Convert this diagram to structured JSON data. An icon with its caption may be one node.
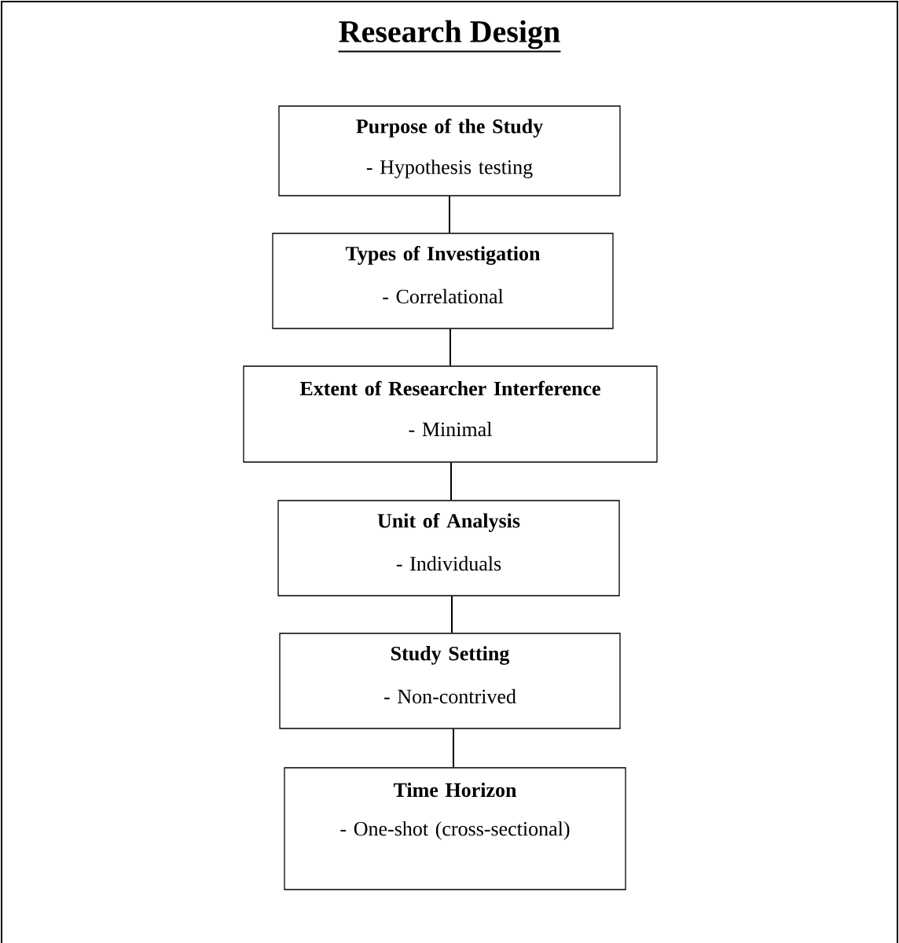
{
  "diagram": {
    "title": "Research Design",
    "nodes": [
      {
        "text": [
          "Purpose of the Study",
          "- Hypothesis testing"
        ]
      },
      {
        "text": [
          "Types of Investigation",
          "- Correlational"
        ]
      },
      {
        "text": [
          "Extent of Researcher Interference",
          "- Minimal"
        ]
      },
      {
        "text": [
          "Unit of Analysis",
          "- Individuals"
        ]
      },
      {
        "text": [
          "Study Setting",
          "- Non-contrived"
        ]
      },
      {
        "text": [
          "Time Horizon",
          "- One-shot (cross-sectional)"
        ]
      }
    ],
    "edges": [
      {
        "from": 0,
        "to": 1,
        "arrow": "none"
      },
      {
        "from": 1,
        "to": 2,
        "arrow": "none"
      },
      {
        "from": 2,
        "to": 3,
        "arrow": "none"
      },
      {
        "from": 3,
        "to": 4,
        "arrow": "none"
      },
      {
        "from": 4,
        "to": 5,
        "arrow": "none"
      }
    ]
  }
}
